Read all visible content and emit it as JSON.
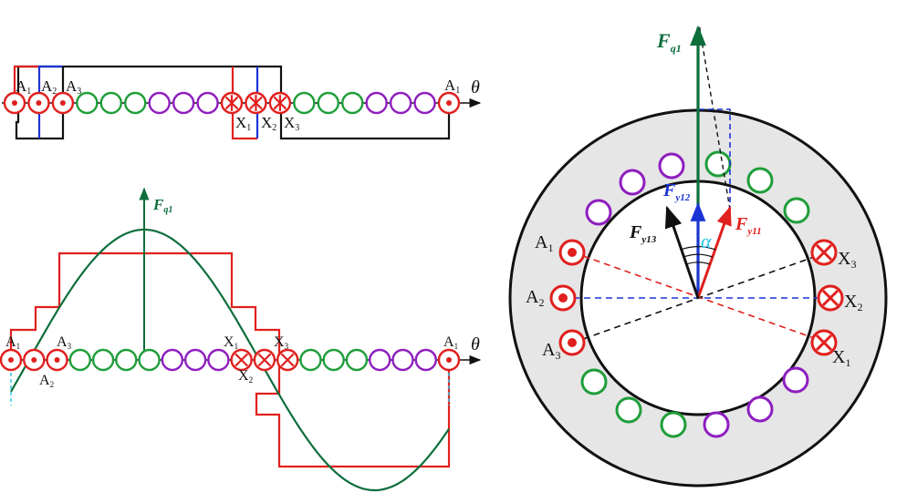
{
  "colors": {
    "phase_a": "#e0201e",
    "phase_b": "#1f9e3a",
    "phase_c": "#8e1ebf",
    "resultant": "#0e6e3c",
    "blue": "#1a34d6",
    "black": "#111111",
    "gray_ring": "#e6e6e6",
    "alpha": "#2bc4e6"
  },
  "top_panel": {
    "theta_label": "θ",
    "start_labels": [
      {
        "base": "A",
        "sub": "1"
      },
      {
        "base": "A",
        "sub": "2"
      },
      {
        "base": "A",
        "sub": "3"
      }
    ],
    "cross_labels": [
      {
        "base": "X",
        "sub": "1"
      },
      {
        "base": "X",
        "sub": "2"
      },
      {
        "base": "X",
        "sub": "3"
      }
    ],
    "end_label": {
      "base": "A",
      "sub": "1"
    },
    "slot_colors": [
      "a",
      "a",
      "a",
      "b",
      "b",
      "b",
      "c",
      "c",
      "c",
      "a",
      "a",
      "a",
      "b",
      "b",
      "b",
      "c",
      "c",
      "c",
      "a"
    ],
    "slot_marks": [
      "dot",
      "dot",
      "dot",
      "none",
      "none",
      "none",
      "none",
      "none",
      "none",
      "star",
      "star",
      "star",
      "none",
      "none",
      "none",
      "none",
      "none",
      "none",
      "dot"
    ]
  },
  "bottom_panel": {
    "theta_label": "θ",
    "force_label": {
      "base": "F",
      "sub": "q1"
    },
    "slot_colors": [
      "a",
      "a",
      "a",
      "b",
      "b",
      "b",
      "b",
      "c",
      "c",
      "c",
      "a",
      "a",
      "a",
      "b",
      "b",
      "b",
      "c",
      "c",
      "c",
      "a"
    ],
    "slot_marks": [
      "dot",
      "dot",
      "dot",
      "none",
      "none",
      "none",
      "none",
      "none",
      "none",
      "none",
      "cross",
      "cross",
      "cross",
      "none",
      "none",
      "none",
      "none",
      "none",
      "none",
      "dot"
    ],
    "labels_top": [
      {
        "base": "A",
        "sub": "1"
      },
      {
        "base": "A",
        "sub": "3"
      },
      {
        "base": "X",
        "sub": "1"
      },
      {
        "base": "X",
        "sub": "3"
      },
      {
        "base": "A",
        "sub": "1"
      }
    ],
    "labels_bottom": [
      {
        "base": "A",
        "sub": "2"
      },
      {
        "base": "X",
        "sub": "2"
      }
    ]
  },
  "right_panel": {
    "conductor_labels": [
      {
        "base": "A",
        "sub": "1"
      },
      {
        "base": "A",
        "sub": "2"
      },
      {
        "base": "A",
        "sub": "3"
      },
      {
        "base": "X",
        "sub": "3"
      },
      {
        "base": "X",
        "sub": "2"
      },
      {
        "base": "X",
        "sub": "1"
      }
    ],
    "vectors": {
      "fq1": {
        "base": "F",
        "sub": "q1"
      },
      "fy12": {
        "base": "F",
        "sub": "y12"
      },
      "fy13": {
        "base": "F",
        "sub": "y13"
      },
      "fy11": {
        "base": "F",
        "sub": "y11"
      },
      "alpha": "α"
    }
  }
}
